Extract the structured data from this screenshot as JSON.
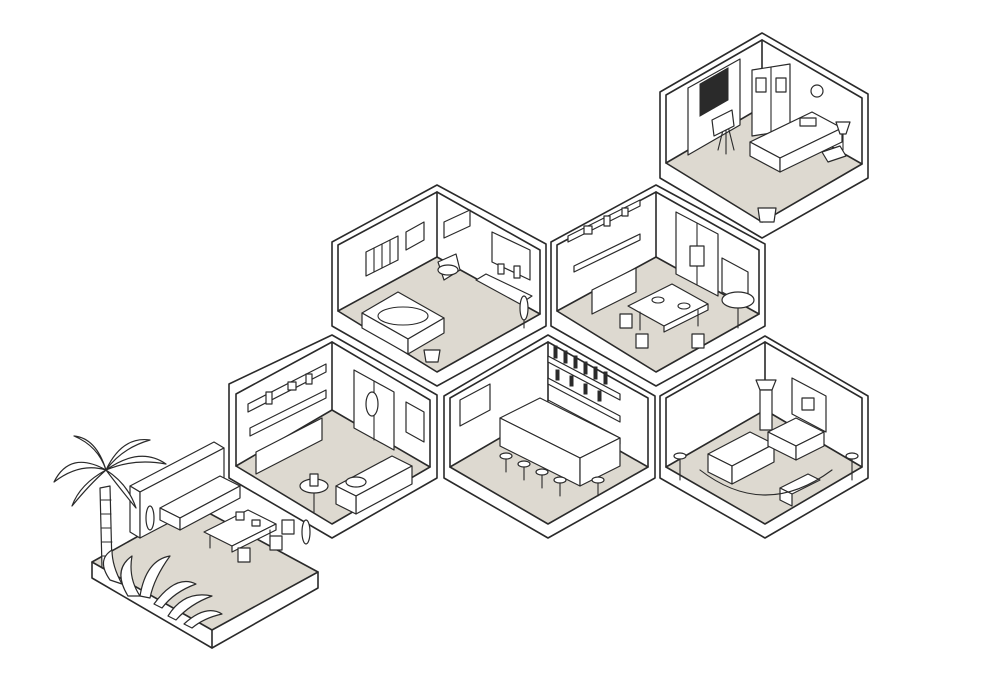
{
  "colors": {
    "line": "#2a2a2a",
    "floor": "#ddd9d0",
    "wall": "#ffffff",
    "dark": "#2a2a2a"
  },
  "rooms": [
    {
      "name": "bedroom"
    },
    {
      "name": "bathroom"
    },
    {
      "name": "dining-room"
    },
    {
      "name": "living-room"
    },
    {
      "name": "bar"
    },
    {
      "name": "display-room"
    },
    {
      "name": "patio"
    }
  ],
  "icons": [
    "palm-tree-icon",
    "plant-icon",
    "bottle-shelf-icon"
  ]
}
